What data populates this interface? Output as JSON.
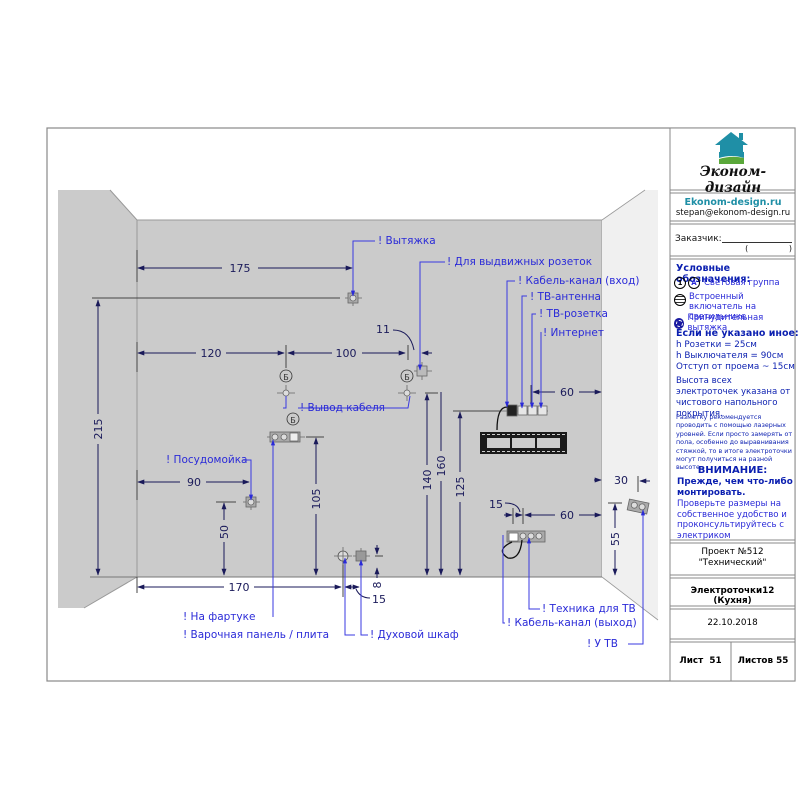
{
  "title_block": {
    "company": "Эконом-дизайн",
    "website": "Ekonom-design.ru",
    "email": "stepan@ekonom-design.ru",
    "customer_label": "Заказчик:",
    "customer_value": "(                )",
    "legend_title": "Условные обозначения:",
    "legend_items": [
      {
        "icon": "light-group-icon",
        "symbols": [
          "1",
          "A"
        ],
        "label": "Световая группа"
      },
      {
        "icon": "builtin-switch-icon",
        "label": "Встроенный включатель на светильнике"
      },
      {
        "icon": "exhaust-fan-icon",
        "label": "Принудительная вытяжка"
      }
    ],
    "defaults_title": "Если не указано иное:",
    "defaults": [
      "h Розетки = 25см",
      "h Выключателя = 90см",
      "Отступ от проема ~ 15см"
    ],
    "height_note": "Высота всех электроточек указана от чистового напольного покрытия.",
    "small_note": "Разметку рекомендуется проводить с помощью лазерных уровней. Если просто замерять от пола, особенно до выравнивания стяжкой, то в итоге электроточки могут получиться на разной высоте.",
    "warning_title": "ВНИМАНИЕ:",
    "warning_bold": "Прежде, чем что-либо монтировать.",
    "warning_text": "Проверьте размеры на собственное удобство и проконсультируйтесь с электриком",
    "project": "Проект №512",
    "project_type": "\"Технический\"",
    "sheet_name": "Электроточки12 (Кухня)",
    "date": "22.10.2018",
    "sheet": "Лист  51",
    "sheets_total": "Листов 55"
  },
  "drawing": {
    "labels": {
      "hood": "! Вытяжка",
      "sliding_sockets": "! Для выдвижных розеток",
      "cable_channel_in": "! Кабель-канал (вход)",
      "tv_antenna": "! ТВ-антенна",
      "tv_socket": "! ТВ-розетка",
      "internet": "! Интернет",
      "cable_outlet": "! Вывод кабеля",
      "dishwasher": "! Посудомойка",
      "on_apron": "! На фартуке",
      "cooktop": "! Варочная панель / плита",
      "oven": "! Духовой шкаф",
      "tv_equipment": "! Техника для ТВ",
      "cable_channel_out": "! Кабель-канал (выход)",
      "near_tv": "! У ТВ"
    },
    "symbol_letter": "Б",
    "dimensions": {
      "d175": "175",
      "d120": "120",
      "d100": "100",
      "d11": "11",
      "d215": "215",
      "d90": "90",
      "d50": "50",
      "d105": "105",
      "d170": "170",
      "d8": "8",
      "d15a": "15",
      "d140": "140",
      "d160": "160",
      "d125": "125",
      "d60a": "60",
      "d15b": "15",
      "d60b": "60",
      "d30": "30",
      "d55": "55"
    }
  },
  "colors": {
    "wall": "#cbcbcb",
    "side_wall": "#f0f0f0",
    "dim_line": "#1a1a5a",
    "leader": "#3a3ae0",
    "label": "#2a2ad8",
    "brand_teal": "#1f8fa6",
    "brand_green": "#5aa83a"
  }
}
